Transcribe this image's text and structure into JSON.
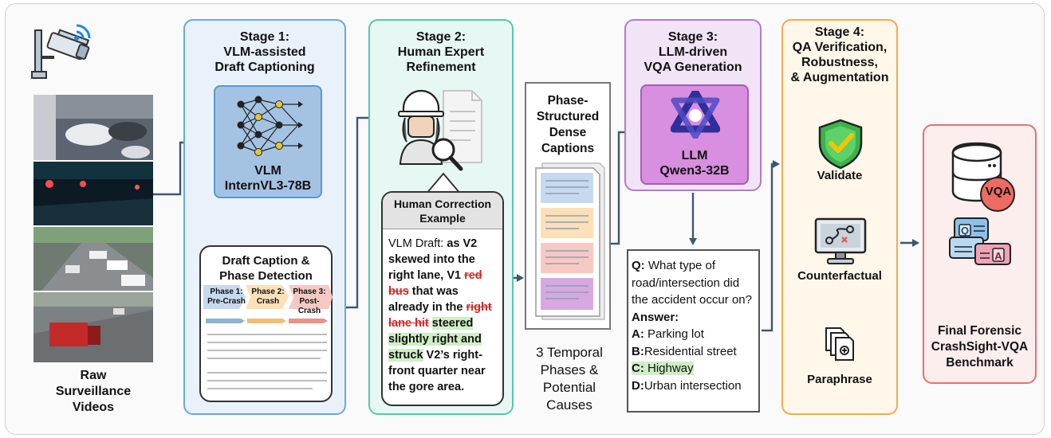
{
  "input": {
    "label_lines": [
      "Raw",
      "Surveillance",
      "Videos"
    ]
  },
  "stage1": {
    "title_lines": [
      "Stage 1:",
      "VLM-assisted",
      "Draft Captioning"
    ],
    "model_lines": [
      "VLM",
      "InternVL3-78B"
    ],
    "draft_title_lines": [
      "Draft Caption &",
      "Phase Detection"
    ],
    "phases": [
      "Phase 1: Pre-Crash",
      "Phase 2: Crash",
      "Phase 3: Post-Crash"
    ]
  },
  "stage2": {
    "title_lines": [
      "Stage 2:",
      "Human Expert",
      "Refinement"
    ],
    "correction_title_lines": [
      "Human Correction",
      "Example"
    ],
    "correction_parts": [
      {
        "text": "VLM Draft: ",
        "style": "normal"
      },
      {
        "text": "as V2 skewed into the right lane, V1 ",
        "style": "bold"
      },
      {
        "text": "red bus",
        "style": "del"
      },
      {
        "text": " that was already in the ",
        "style": "bold"
      },
      {
        "text": "right lane hit",
        "style": "del"
      },
      {
        "text": " ",
        "style": "normal"
      },
      {
        "text": "steered slightly right and struck",
        "style": "ins"
      },
      {
        "text": " V2’s right-front quarter near the gore area.",
        "style": "bold"
      }
    ]
  },
  "dense": {
    "title_lines": [
      "Phase-",
      "Structured",
      "Dense",
      "Captions"
    ],
    "below_lines": [
      "3 Temporal",
      "Phases &",
      "Potential",
      "Causes"
    ]
  },
  "stage3": {
    "title_lines": [
      "Stage 3:",
      "LLM-driven",
      "VQA Generation"
    ],
    "model_lines": [
      "LLM",
      "Qwen3-32B"
    ]
  },
  "qa": {
    "question_label": "Q:",
    "question": "What type of road/intersection did the accident occur on?",
    "answer_label": "Answer:",
    "options": [
      {
        "key": "A:",
        "text": "Parking lot"
      },
      {
        "key": "B:",
        "text": "Residential street"
      },
      {
        "key": "C:",
        "text": "Highway"
      },
      {
        "key": "D:",
        "text": "Urban intersection"
      }
    ]
  },
  "stage4": {
    "title_lines": [
      "Stage 4:",
      "QA Verification,",
      "Robustness,",
      "& Augmentation"
    ],
    "steps": [
      "Validate",
      "Counterfactual",
      "Paraphrase"
    ]
  },
  "final": {
    "badge": "VQA",
    "chat_letters": [
      "Q",
      "A"
    ],
    "label_lines": [
      "Final Forensic",
      "CrashSight-VQA",
      "Benchmark"
    ]
  },
  "colors": {
    "phase1": "#c7d9ee",
    "phase2": "#fde0b8",
    "phase3": "#f6c9c4",
    "phase1_arrow": "#8fb2d8",
    "phase2_arrow": "#f3bd73",
    "phase3_arrow": "#e8928a",
    "arrow": "#3d5773"
  }
}
